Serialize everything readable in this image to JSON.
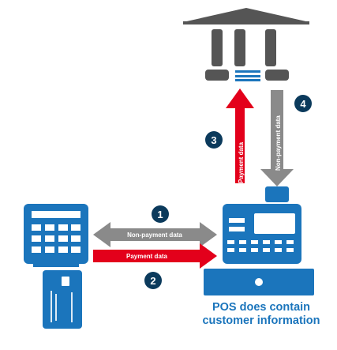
{
  "colors": {
    "blue": "#1b75bc",
    "dark_blue": "#0b3a5c",
    "gray": "#555555",
    "light_gray": "#8a8a8a",
    "red": "#e3001b",
    "white": "#ffffff"
  },
  "steps": [
    {
      "number": "1"
    },
    {
      "number": "2"
    },
    {
      "number": "3"
    },
    {
      "number": "4"
    }
  ],
  "flows": {
    "card_non_payment": "Non-payment data",
    "card_payment": "Payment data",
    "bank_payment": "Payment data",
    "bank_non_payment": "Non-payment data"
  },
  "caption": {
    "line1": "POS does contain",
    "line2": "customer information"
  },
  "icons": [
    "bank-icon",
    "card-terminal-icon",
    "payment-card-icon",
    "pos-terminal-icon"
  ]
}
